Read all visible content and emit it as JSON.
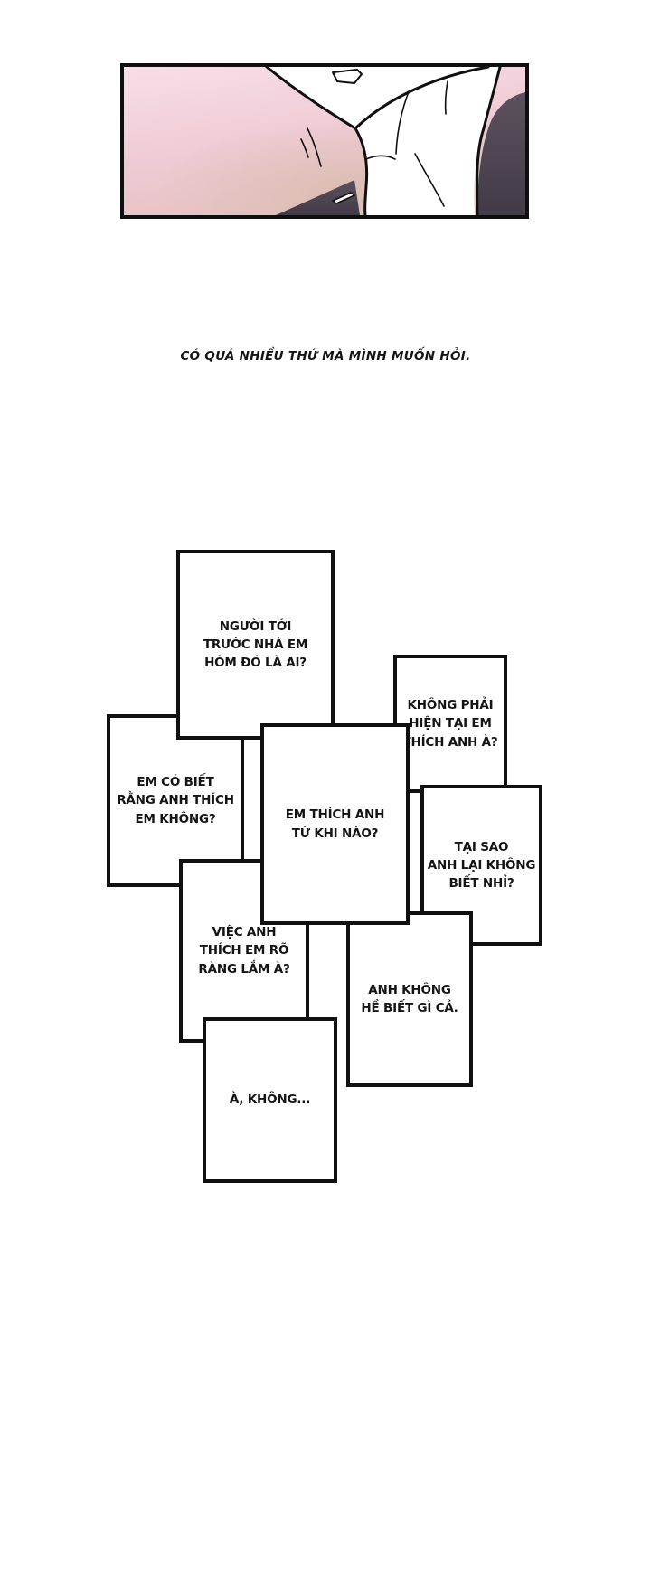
{
  "page": {
    "background": "#ffffff"
  },
  "panel": {
    "colors": {
      "border": "#0f0f0f",
      "bg_top": "#f8dee8",
      "bg_mid": "#efccd6",
      "bg_bottom": "#e7c2c4",
      "tan_shadow": "#d9bcae",
      "skin_white": "#ffffff",
      "jacket_top": "#5b525d",
      "jacket_bottom": "#423a46",
      "line": "#101010"
    }
  },
  "narration": {
    "text": "CÓ QUÁ NHIỀU THỨ MÀ MÌNH MUỐN HỎI."
  },
  "boxes": [
    {
      "id": "nguoi-toi",
      "lines": [
        "NGƯỜI TỚI",
        "TRƯỚC NHÀ EM",
        "HÔM ĐÓ LÀ AI?"
      ]
    },
    {
      "id": "em-co-biet",
      "lines": [
        "EM CÓ BIẾT",
        "RẰNG ANH THÍCH",
        "EM KHÔNG?"
      ]
    },
    {
      "id": "khong-phai",
      "lines": [
        "KHÔNG PHẢI",
        "HIỆN TẠI EM",
        "THÍCH ANH À?"
      ]
    },
    {
      "id": "tai-sao",
      "lines": [
        "TẠI SAO",
        "ANH LẠI KHÔNG",
        "BIẾT NHỈ?"
      ]
    },
    {
      "id": "viec-anh",
      "lines": [
        "VIỆC ANH",
        "THÍCH EM RÕ",
        "RÀNG LẮM À?"
      ]
    },
    {
      "id": "anh-khong",
      "lines": [
        "ANH KHÔNG",
        "HỀ BIẾT GÌ CẢ."
      ]
    },
    {
      "id": "a-khong",
      "lines": [
        "À, KHÔNG..."
      ]
    },
    {
      "id": "em-thich",
      "lines": [
        "EM THÍCH ANH",
        "TỪ KHI NÀO?"
      ]
    }
  ]
}
